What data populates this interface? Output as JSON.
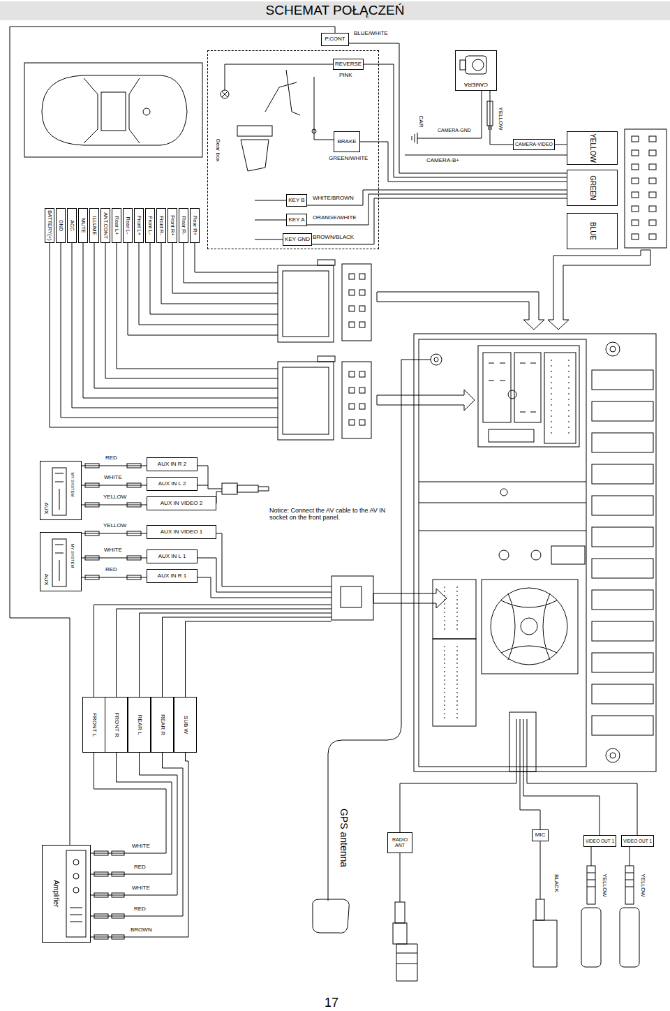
{
  "diagram": {
    "title": "SCHEMAT POŁĄCZEŃ",
    "nodes": [
      {
        "text": [
          "P.CONT"
        ]
      },
      {
        "text": [
          "Gear box"
        ]
      },
      {
        "text": [
          "REVERSE"
        ],
        "in": 1
      },
      {
        "text": [
          "BRAKE"
        ],
        "in": 1
      },
      {
        "text": [
          "KEY B"
        ],
        "in": 1
      },
      {
        "text": [
          "KEY A"
        ],
        "in": 1
      },
      {
        "text": [
          "KEY GND"
        ],
        "in": 1
      },
      {
        "text": [
          "CAMERA"
        ]
      },
      {
        "text": [
          "CAMERA-VIDEO"
        ]
      },
      {
        "text": [
          "YELLOW"
        ]
      },
      {
        "text": [
          "GREEN"
        ]
      },
      {
        "text": [
          "BLUE"
        ]
      },
      {
        "text": [
          "BATTERY(+)"
        ]
      },
      {
        "text": [
          "GND"
        ]
      },
      {
        "text": [
          "ACC"
        ]
      },
      {
        "text": [
          "MUTE"
        ]
      },
      {
        "text": [
          "ILLUME"
        ]
      },
      {
        "text": [
          "ANT.CONT"
        ]
      },
      {
        "text": [
          "Rear L+"
        ]
      },
      {
        "text": [
          "Rear L-"
        ]
      },
      {
        "text": [
          "Front L+"
        ]
      },
      {
        "text": [
          "Front L-"
        ]
      },
      {
        "text": [
          "Front R-"
        ]
      },
      {
        "text": [
          "Front R+"
        ]
      },
      {
        "text": [
          "Rear R-"
        ]
      },
      {
        "text": [
          "Rear R+"
        ]
      },
      {
        "text": [
          "MY SYSTEM",
          "AUX"
        ]
      },
      {
        "text": [
          "AUX IN R 2"
        ]
      },
      {
        "text": [
          "AUX IN L 2"
        ]
      },
      {
        "text": [
          "AUX IN VIDEO 2"
        ]
      },
      {
        "text": [
          "MY SYSTEM",
          "AUX"
        ]
      },
      {
        "text": [
          "AUX IN VIDEO 1"
        ]
      },
      {
        "text": [
          "AUX IN L 1"
        ]
      },
      {
        "text": [
          "AUX IN R 1"
        ]
      },
      {
        "text": [
          "FRONT L"
        ]
      },
      {
        "text": [
          "FRONT R"
        ]
      },
      {
        "text": [
          "REAR L"
        ]
      },
      {
        "text": [
          "REAR R"
        ]
      },
      {
        "text": [
          "SUB W"
        ]
      },
      {
        "text": [
          "Amplifier"
        ]
      },
      {
        "text": [
          "RADIO ANT"
        ]
      },
      {
        "text": [
          "MIC"
        ]
      },
      {
        "text": [
          "VIDEO OUT 1"
        ]
      },
      {
        "text": [
          "VIDEO OUT 1"
        ]
      }
    ],
    "edges": [
      {
        "from": 0,
        "to": 10,
        "arrow": "none"
      },
      {
        "from": 2,
        "to": 10,
        "arrow": "none"
      },
      {
        "from": 3,
        "to": 10,
        "arrow": "none"
      },
      {
        "from": 4,
        "to": 10,
        "arrow": "none"
      },
      {
        "from": 5,
        "to": 10,
        "arrow": "none"
      },
      {
        "from": 6,
        "to": 10,
        "arrow": "none"
      },
      {
        "from": 7,
        "to": 8,
        "arrow": "none"
      },
      {
        "from": 8,
        "to": 9,
        "arrow": "none"
      },
      {
        "from": 0,
        "to": 39,
        "arrow": "none"
      },
      {
        "from": 26,
        "to": 27,
        "arrow": "none"
      },
      {
        "from": 26,
        "to": 28,
        "arrow": "none"
      },
      {
        "from": 26,
        "to": 29,
        "arrow": "none"
      },
      {
        "from": 30,
        "to": 31,
        "arrow": "none"
      },
      {
        "from": 30,
        "to": 32,
        "arrow": "none"
      },
      {
        "from": 30,
        "to": 33,
        "arrow": "none"
      },
      {
        "from": 34,
        "to": 39,
        "arrow": "none"
      },
      {
        "from": 35,
        "to": 39,
        "arrow": "none"
      },
      {
        "from": 36,
        "to": 39,
        "arrow": "none"
      },
      {
        "from": 37,
        "to": 39,
        "arrow": "none"
      },
      {
        "from": 38,
        "to": 39,
        "arrow": "none"
      }
    ],
    "labels": [
      "BLUE/WHITE",
      "PINK",
      "GREEN/WHITE",
      "WHITE/BROWN",
      "ORANGE/WHITE",
      "BROWN/BLACK",
      "CAR",
      "CAMERA-GND",
      "YELLOW",
      "CAMERA-B+",
      "RED",
      "WHITE",
      "YELLOW",
      "Notice: Connect the AV cable to the AV IN socket on the front panel.",
      "YELLOW",
      "WHITE",
      "RED",
      "GPS antenna",
      "WHITE",
      "RED",
      "WHITE",
      "RED",
      "BROWN",
      "BLACK",
      "YELLOW",
      "YELLOW",
      "17"
    ]
  }
}
